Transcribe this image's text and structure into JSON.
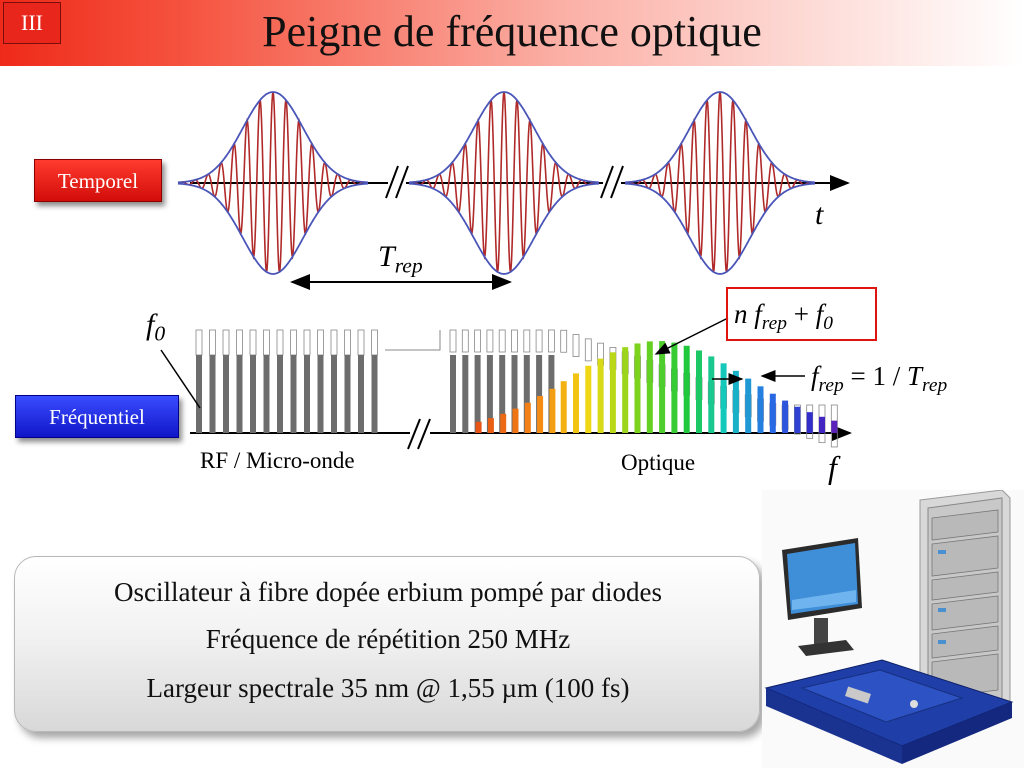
{
  "header": {
    "badge": "III",
    "title": "Peigne de fréquence optique"
  },
  "labels": {
    "temporel": "Temporel",
    "frequentiel": "Fréquentiel"
  },
  "time_axis": {
    "label": "t",
    "period_label": "T",
    "period_sub": "rep"
  },
  "freq_axis": {
    "label": "f",
    "offset_label": "f",
    "offset_sub": "0",
    "rf_label": "RF / Micro-onde",
    "optical_label": "Optique"
  },
  "comb_mode": {
    "n": "n",
    "f": "f",
    "rep": "rep",
    "plus": "+",
    "f0": "f",
    "sub0": "0"
  },
  "rep_relation": {
    "f": "f",
    "rep": "rep",
    "eq": "= 1 /",
    "T": "T",
    "Trep": "rep"
  },
  "info": {
    "line1": "Oscillateur à fibre dopée erbium pompé par diodes",
    "line2": "Fréquence de répétition 250 MHz",
    "line3": "Largeur spectrale 35 nm @ 1,55 µm (100 fs)"
  },
  "colors": {
    "pulse_envelope": "#4a55b8",
    "pulse_carrier": "#b02a2a",
    "label_red": "#e0140f",
    "label_blue": "#1a22e0"
  },
  "illustration": {
    "subject": "fiber-laser-frequency-comb-system",
    "icon": "device-photo"
  }
}
